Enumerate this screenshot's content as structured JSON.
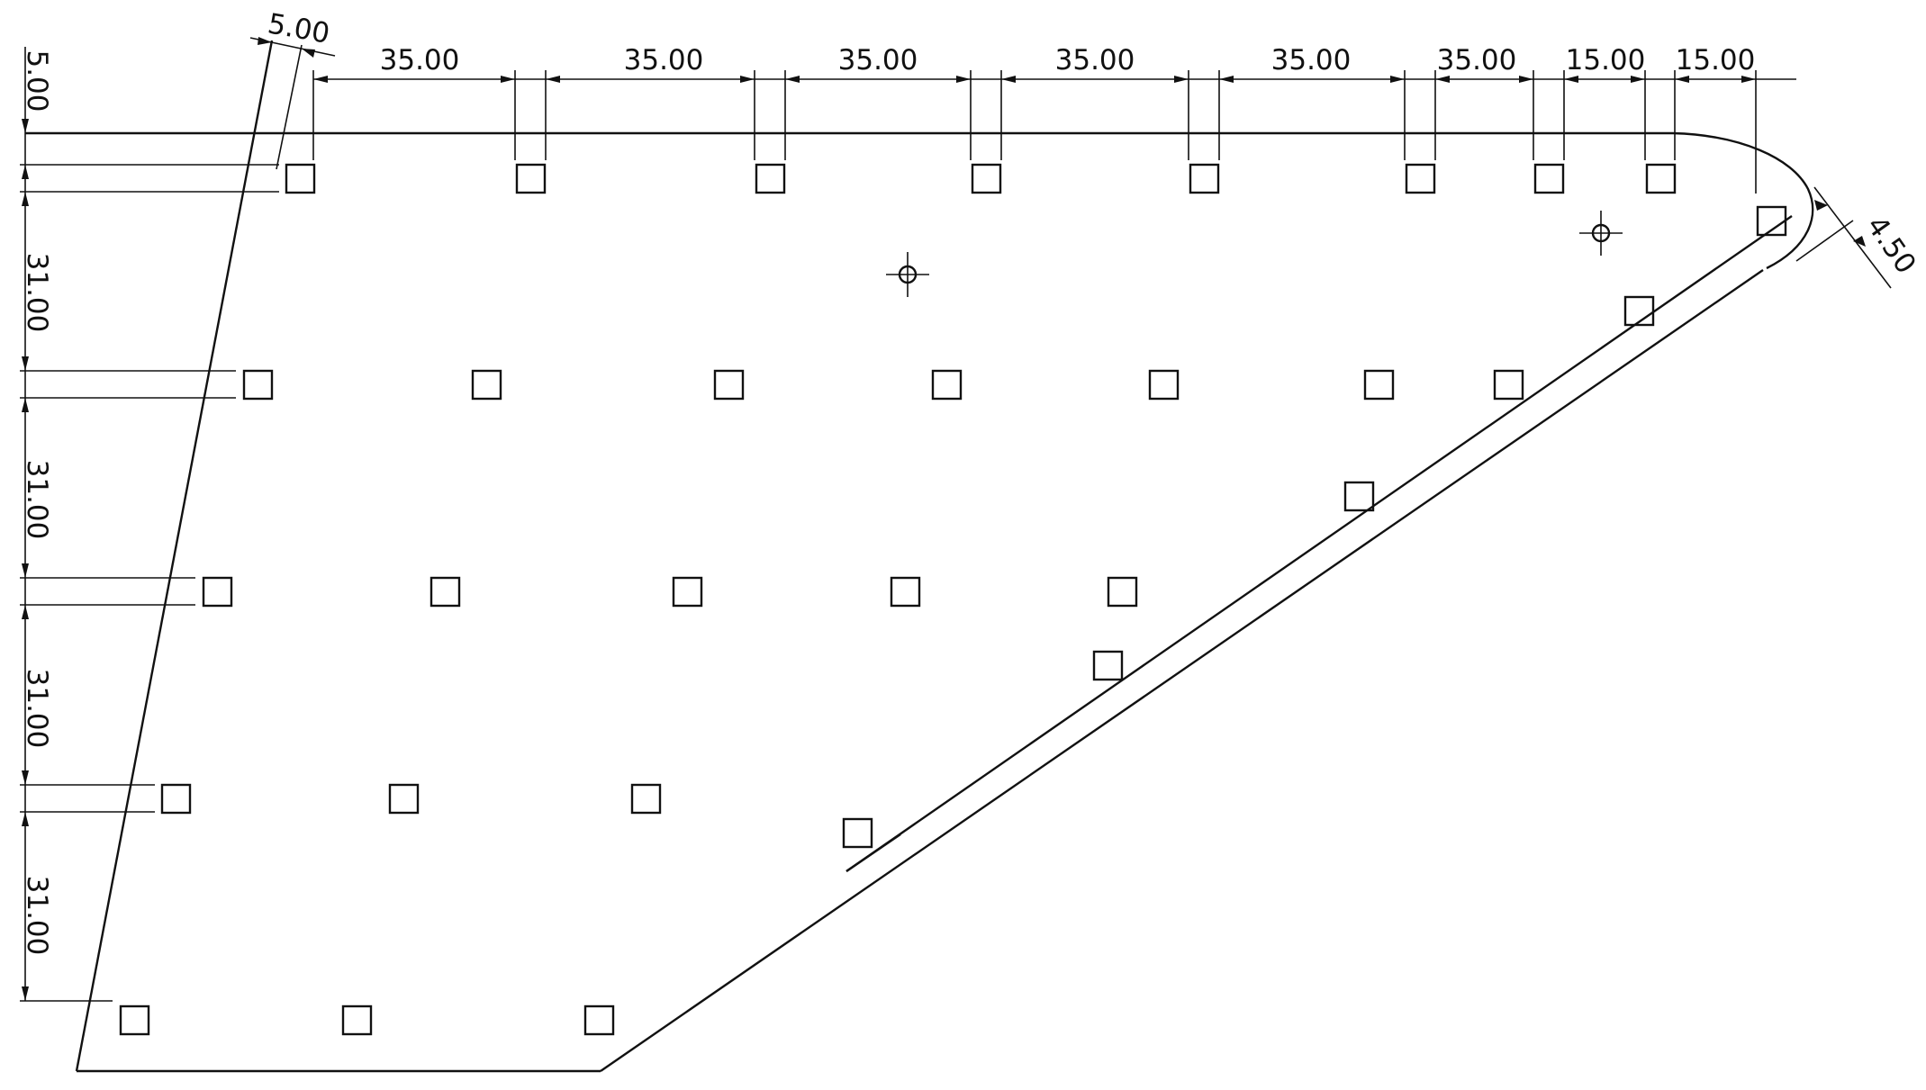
{
  "drawing": {
    "labels": {
      "top_offset": "5.00",
      "slant_offset": "5.00",
      "rail_offset": "4.50",
      "top_spacing": [
        "35.00",
        "35.00",
        "35.00",
        "35.00",
        "35.00",
        "35.00",
        "15.00",
        "15.00"
      ],
      "left_spacing": [
        "31.00",
        "31.00",
        "31.00",
        "31.00"
      ]
    },
    "colors": {
      "line": "#111111",
      "background": "#ffffff"
    },
    "icons": [
      "crosshair-icon"
    ]
  }
}
